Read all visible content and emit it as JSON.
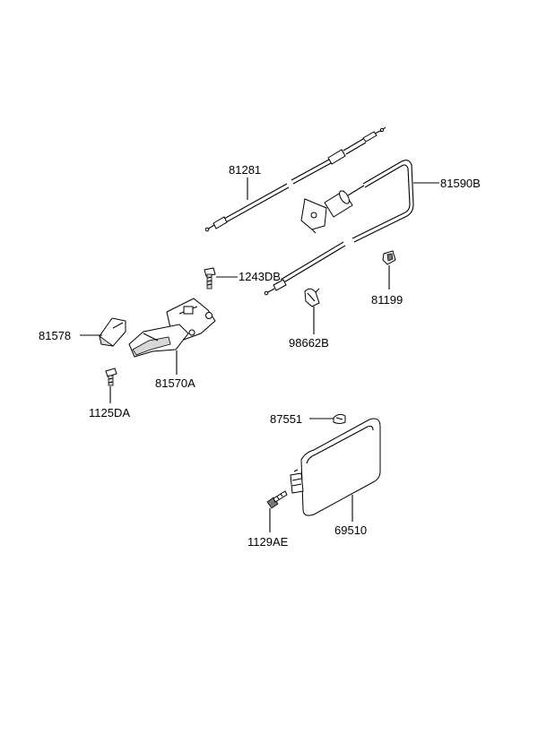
{
  "parts": {
    "p81281": "81281",
    "p81590B": "81590B",
    "p1243DB": "1243DB",
    "p81199": "81199",
    "p81578": "81578",
    "p98662B": "98662B",
    "p81570A": "81570A",
    "p1125DA": "1125DA",
    "p87551": "87551",
    "p69510": "69510",
    "p1129AE": "1129AE"
  }
}
